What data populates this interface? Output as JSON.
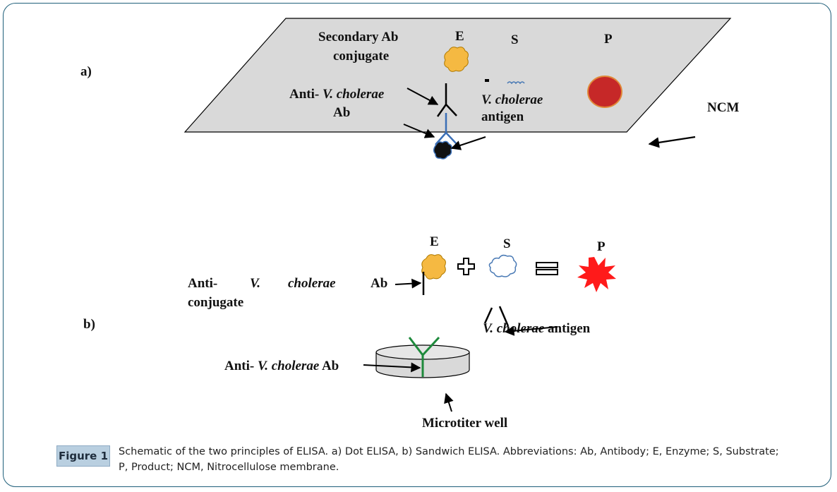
{
  "panel_a": {
    "marker": "a)",
    "secondary_ab_line1": "Secondary Ab",
    "secondary_ab_line2": "conjugate",
    "e": "E",
    "s": "S",
    "p": "P",
    "anti_prefix": "Anti- ",
    "anti_species": "V. cholerae",
    "anti_ab": "Ab",
    "antigen_species": "V. cholerae",
    "antigen_word": "antigen",
    "ncm": "NCM"
  },
  "panel_b": {
    "marker": "b)",
    "e": "E",
    "s": "S",
    "p": "P",
    "conj_anti": "Anti-",
    "conj_v": "V.",
    "conj_cholerae": "cholerae",
    "conj_ab": "Ab",
    "conj_word": "conjugate",
    "antigen_species": "V. cholerae",
    "antigen_word": "antigen",
    "anti_prefix": "Anti- ",
    "anti_species": "V. cholerae",
    "anti_ab": "Ab",
    "well": "Microtiter well"
  },
  "caption": {
    "badge": "Figure 1",
    "text": "Schematic of the two principles of ELISA. a) Dot ELISA, b) Sandwich ELISA. Abbreviations: Ab, Antibody; E, Enzyme; S, Substrate; P, Product; NCM, Nitrocellulose membrane."
  },
  "colors": {
    "frame": "#1f5f7a",
    "membrane": "#d9d9d9",
    "enzyme": "#f5b942",
    "product_a": "#c62828",
    "product_b": "#ff1a1a",
    "substrate": "#4a7ab5",
    "capture_ab": "#1e8a3c",
    "antibody_blue": "#3b6fb6"
  }
}
